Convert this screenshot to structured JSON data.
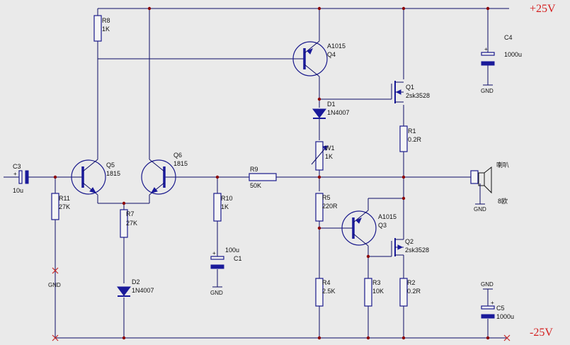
{
  "rails": {
    "positive": "+25V",
    "negative": "-25V"
  },
  "gnd": "GND",
  "components": {
    "R8": {
      "ref": "R8",
      "value": "1K"
    },
    "Q4": {
      "ref": "Q4",
      "type": "A1015"
    },
    "C4": {
      "ref": "C4",
      "value": "1000u"
    },
    "Q1": {
      "ref": "Q1",
      "type": "2sk3528"
    },
    "D1": {
      "ref": "D1",
      "type": "1N4007"
    },
    "R1": {
      "ref": "R1",
      "value": "0.2R"
    },
    "W1": {
      "ref": "W1",
      "value": "1K"
    },
    "C3": {
      "ref": "C3",
      "value": "10u"
    },
    "Q5": {
      "ref": "Q5",
      "type": "1815"
    },
    "Q6": {
      "ref": "Q6",
      "type": "1815"
    },
    "R9": {
      "ref": "R9",
      "value": "50K"
    },
    "SPK": {
      "ref": "喇叭",
      "value": "8欧"
    },
    "R11": {
      "ref": "R11",
      "value": "27K"
    },
    "R10": {
      "ref": "R10",
      "value": "1K"
    },
    "R5": {
      "ref": "R5",
      "value": "220R"
    },
    "Q3": {
      "ref": "Q3",
      "type": "A1015"
    },
    "R7": {
      "ref": "R7",
      "value": "27K"
    },
    "Q2": {
      "ref": "Q2",
      "type": "2sk3528"
    },
    "C1": {
      "ref": "C1",
      "value": "100u"
    },
    "D2": {
      "ref": "D2",
      "type": "1N4007"
    },
    "R4": {
      "ref": "R4",
      "value": "2.5K"
    },
    "R3": {
      "ref": "R3",
      "value": "10K"
    },
    "R2": {
      "ref": "R2",
      "value": "0.2R"
    },
    "C5": {
      "ref": "C5",
      "value": "1000u"
    }
  },
  "colors": {
    "background": "#eaeaea",
    "wire": "#0c0c66",
    "component_fill": "#1a1a9a",
    "junction": "#8b0000",
    "rail_label": "#d41e1e"
  }
}
